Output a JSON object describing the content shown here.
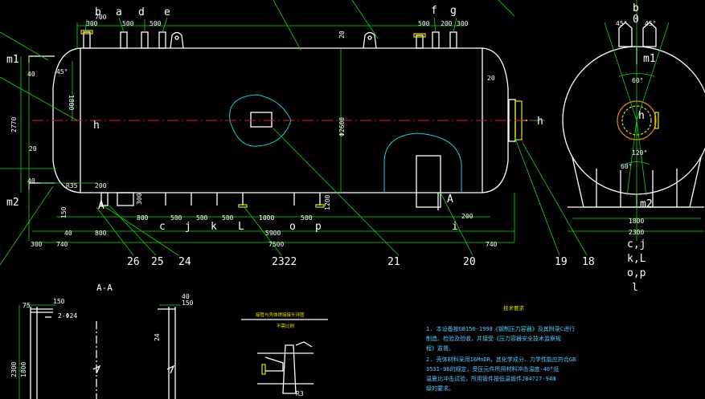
{
  "title_labels": {
    "view_aa": "A-A",
    "tech_req": "技术要求",
    "weld_title": "接管与壳体焊接接头详图",
    "weld_sub": "不需比例"
  },
  "dims": {
    "d300a": "300",
    "d700": "700",
    "d500a": "500",
    "d500b": "500",
    "d500c": "500",
    "d200top": "200",
    "d300top": "300",
    "d40": "40",
    "d45": "45°",
    "d1800": "1800",
    "d2770": "2770",
    "d20a": "20",
    "d40b": "40",
    "d20top": "20",
    "d20right": "20",
    "d2600": "Φ2600",
    "r35": "R35",
    "d200a": "200",
    "d300b": "300",
    "d150": "150",
    "d1200": "1200",
    "d800a": "800",
    "d500d": "500",
    "d500e": "500",
    "d500f": "500",
    "d1000": "1000",
    "d500g": "500",
    "d300c": "300",
    "d740a": "740",
    "d40c": "40",
    "d800b": "800",
    "d5900": "5900",
    "d7500": "7500",
    "d740b": "740",
    "d200b": "200",
    "a45l": "45°",
    "a45r": "45°",
    "a60": "60°",
    "a120": "120°",
    "a60b": "60°",
    "d1800b": "1800",
    "d2300": "2300",
    "aa75": "75",
    "aa150": "150",
    "aa40": "40",
    "aa150b": "150",
    "aa2024": "2-Φ24",
    "aa2300": "2300",
    "aa1800": "1800",
    "aa24": "24"
  },
  "nozzles": {
    "b": "b",
    "a": "a",
    "d": "d",
    "e": "e",
    "f": "f",
    "g": "g",
    "m1": "m1",
    "h": "h",
    "m2": "m2",
    "c": "c",
    "j": "j",
    "k": "k",
    "l": "L",
    "o": "o",
    "p": "p",
    "i": "i",
    "a_sec": "A",
    "a_sec2": "A"
  },
  "side": {
    "b": "b",
    "o": "0",
    "m1": "m1",
    "h": "h",
    "m2": "m2",
    "list1": "c,j",
    "list2": "k,L",
    "list3": "o,p",
    "list4": "l"
  },
  "parts": [
    "26",
    "25",
    "24",
    "2322",
    "21",
    "20",
    "19",
    "18"
  ],
  "tech_lines": [
    "1. 本设备按GB150-1998《钢制压力容器》及其附录C进行",
    "   制造、检验及验收，并接受《压力容器安全技术监察规",
    "   程》监督。",
    "2. 壳体材料采用16MnDR，其化学成分、力学性能应符合GB",
    "   3531-96的规定，受压元件所用材料冲击温度-40°低",
    "   温夏比冲击试验，所用锻件按低温锻件JB4727-94Ⅲ",
    "   级的要求。"
  ],
  "weld": {
    "r3": "R3"
  },
  "colors": {
    "background": "#000000",
    "vessel": "#ffffff",
    "leader": "#19d419",
    "contour": "#19d0d0",
    "flange": "#e6e600",
    "orange": "#e08a1a"
  }
}
